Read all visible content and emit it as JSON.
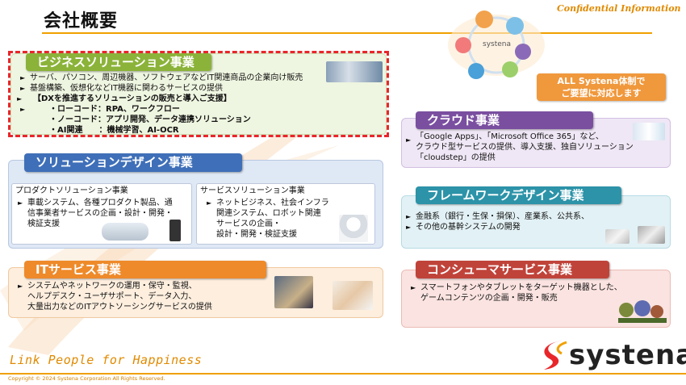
{
  "header": {
    "title": "会社概要",
    "confidential": "Confidential Information"
  },
  "diagram": {
    "center_label": "systena"
  },
  "all_systena": {
    "line1": "ALL Systena体制で",
    "line2": "ご要望に対応します"
  },
  "business_solution": {
    "title": "ビジネスソリューション事業",
    "lines": [
      "サーバ、パソコン、周辺機器、ソフトウェアなどIT関連商品の企業向け販売",
      "基盤構築、仮想化などIT機器に関わるサービスの提供",
      "【DXを推進するソリューションの販売と導入ご支援】",
      "・ローコード：RPA、ワークフロー",
      "・ノーコード：アプリ開発、データ連携ソリューション",
      "・AI関連　　：機械学習、AI-OCR"
    ]
  },
  "solution_design": {
    "title": "ソリューションデザイン事業",
    "product": {
      "title": "プロダクトソリューション事業",
      "lines": [
        "車載システム、各種プロダクト製品、通",
        "信事業者サービスの企画・設計・開発・",
        "検証支援"
      ]
    },
    "service": {
      "title": "サービスソリューション事業",
      "lines": [
        "ネットビジネス、社会インフラ",
        "関連システム、ロボット関連",
        "サービスの企画・",
        "設計・開発・検証支援"
      ]
    }
  },
  "it_service": {
    "title": "ITサービス事業",
    "lines": [
      "システムやネットワークの運用・保守・監視、",
      "ヘルプデスク・ユーザサポート、データ入力、",
      "大量出力などのITアウトソーシングサービスの提供"
    ]
  },
  "cloud": {
    "title": "クラウド事業",
    "lines": [
      "「Google Apps」、「Microsoft Office 365」など、",
      "クラウド型サービスの提供、導入支援、独自ソリューション",
      "「cloudstep」の提供"
    ]
  },
  "framework": {
    "title": "フレームワークデザイン事業",
    "lines": [
      "金融系（銀行・生保・損保）、産業系、公共系、",
      "その他の基幹システムの開発"
    ]
  },
  "consumer": {
    "title": "コンシューマサービス事業",
    "lines": [
      "スマートフォンやタブレットをターゲット機器とした、",
      "ゲームコンテンツの企画・開発・販売"
    ]
  },
  "footer": {
    "tagline": "Link People for Happiness",
    "copyright": "Copyright © 2024 Systena Corporation All Rights Reserved.",
    "logo": "systena"
  },
  "colors": {
    "green": "#8bb33a",
    "blue": "#3f6fb8",
    "orange": "#ee8a2a",
    "purple": "#7a4fa0",
    "teal": "#2c93a8",
    "red": "#c0433a",
    "accent": "#f0a000"
  }
}
